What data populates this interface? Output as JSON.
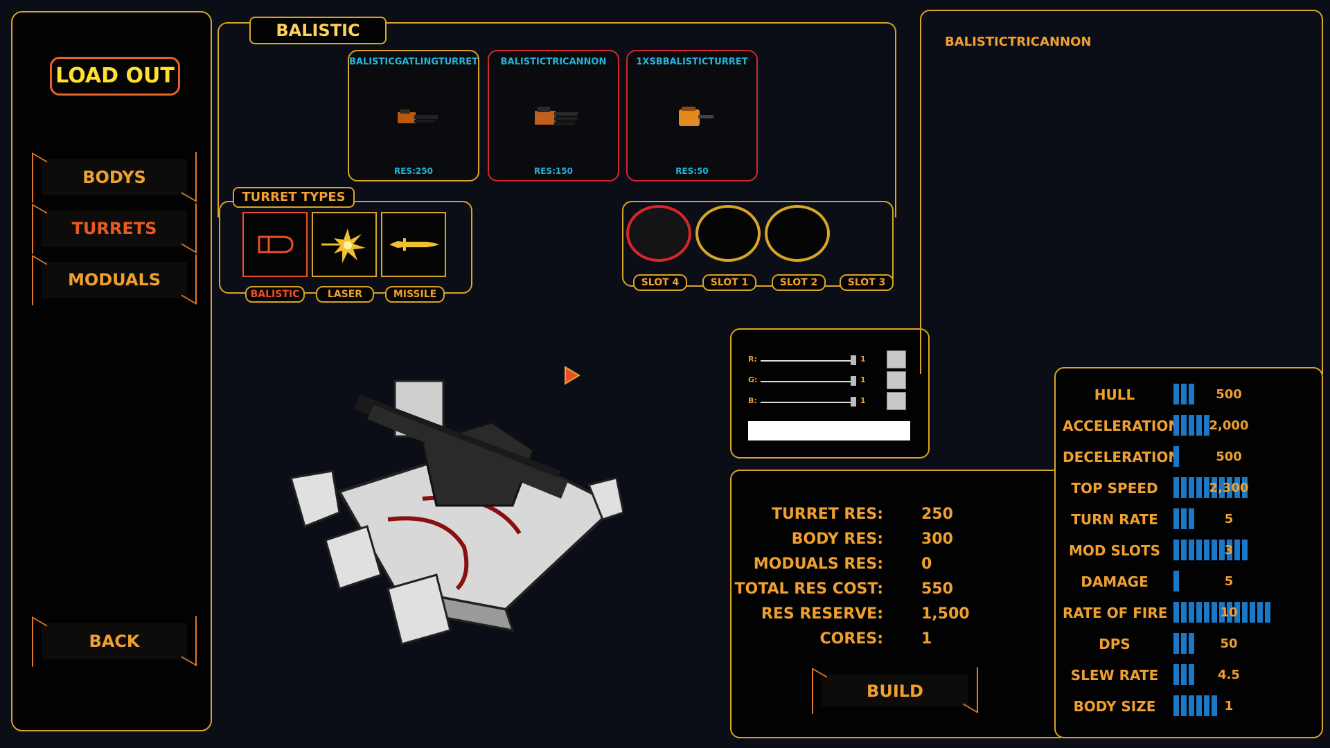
{
  "menu": {
    "title": "LOAD OUT",
    "items": [
      {
        "label": "BODYS",
        "active": false
      },
      {
        "label": "TURRETS",
        "active": true
      },
      {
        "label": "MODUALS",
        "active": false
      }
    ],
    "back_label": "BACK"
  },
  "category": {
    "title": "BALISTIC",
    "cards": [
      {
        "name": "BALISTICGATLINGTURRET",
        "res": "RES:250"
      },
      {
        "name": "BALISTICTRICANNON",
        "res": "RES:150"
      },
      {
        "name": "1XSBBALISTICTURRET",
        "res": "RES:50"
      }
    ]
  },
  "turret_types": {
    "title": "TURRET TYPES",
    "types": [
      {
        "label": "BALISTIC",
        "icon": "bullet-icon"
      },
      {
        "label": "LASER",
        "icon": "laser-burst-icon"
      },
      {
        "label": "MISSILE",
        "icon": "missile-icon"
      }
    ]
  },
  "slots": [
    "SLOT 4",
    "SLOT 1",
    "SLOT 2",
    "SLOT 3"
  ],
  "color_picker": {
    "rows": [
      {
        "label": "R:",
        "value": "1"
      },
      {
        "label": "G:",
        "value": "1"
      },
      {
        "label": "B:",
        "value": "1"
      }
    ]
  },
  "detail": {
    "title": "BALISTICTRICANNON"
  },
  "resources": {
    "rows": [
      {
        "label": "TURRET RES:",
        "value": "250"
      },
      {
        "label": "BODY RES:",
        "value": "300"
      },
      {
        "label": "MODUALS RES:",
        "value": "0"
      },
      {
        "label": "TOTAL RES COST:",
        "value": "550"
      },
      {
        "label": "RES RESERVE:",
        "value": "1,500"
      },
      {
        "label": "CORES:",
        "value": "1"
      }
    ],
    "build_label": "BUILD"
  },
  "stats": [
    {
      "label": "HULL",
      "value": "500",
      "bars": 3
    },
    {
      "label": "ACCELERATION",
      "value": "2,000",
      "bars": 5
    },
    {
      "label": "DECELERATION",
      "value": "500",
      "bars": 1
    },
    {
      "label": "TOP SPEED",
      "value": "2,300",
      "bars": 10
    },
    {
      "label": "TURN RATE",
      "value": "5",
      "bars": 3
    },
    {
      "label": "MOD SLOTS",
      "value": "3",
      "bars": 10
    },
    {
      "label": "DAMAGE",
      "value": "5",
      "bars": 1
    },
    {
      "label": "RATE OF FIRE",
      "value": "10",
      "bars": 13
    },
    {
      "label": "DPS",
      "value": "50",
      "bars": 3
    },
    {
      "label": "SLEW RATE",
      "value": "4.5",
      "bars": 3
    },
    {
      "label": "BODY SIZE",
      "value": "1",
      "bars": 6
    }
  ],
  "colors": {
    "gold": "#d9a526",
    "orange": "#f0a030",
    "red": "#d8262a",
    "cyan": "#27b3d8",
    "blue": "#1a78c8"
  }
}
